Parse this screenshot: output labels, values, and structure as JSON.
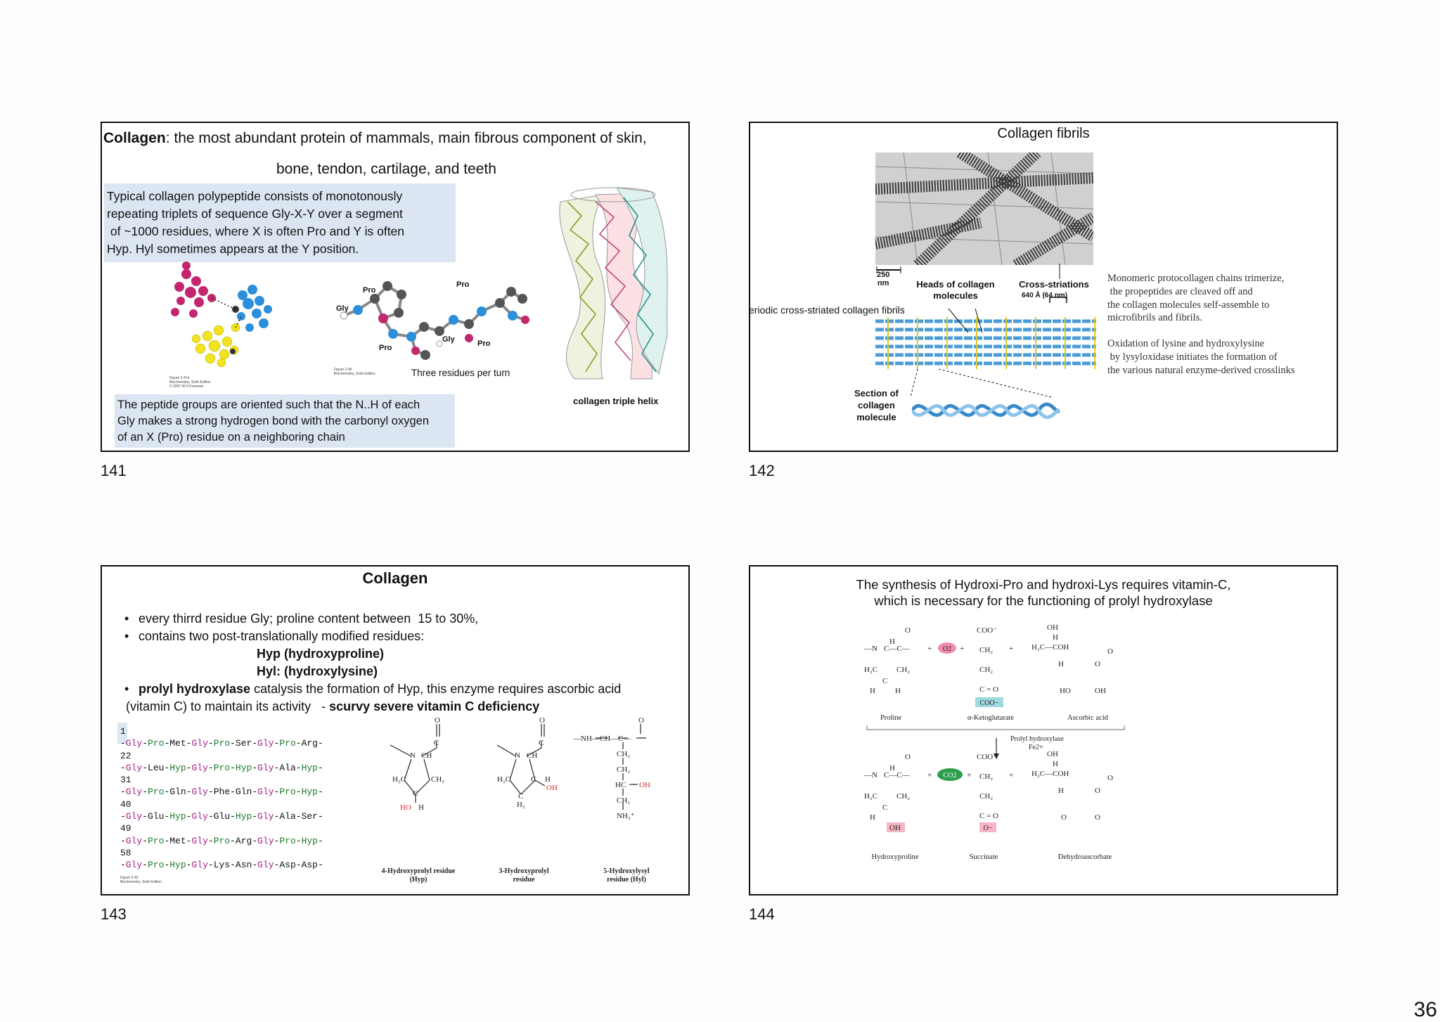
{
  "page": {
    "number": "36"
  },
  "slides": {
    "s141": {
      "number": "141",
      "title_bold": "Collagen",
      "title_rest": ": the most abundant protein of mammals, main fibrous component of skin,",
      "title_line2": "bone, tendon, cartilage, and teeth",
      "callout_top": [
        "Typical collagen polypeptide consists of monotonously",
        "repeating triplets of sequence Gly-X-Y over a segment",
        " of ~1000 residues, where X is often Pro and Y is often",
        "Hyp. Hyl sometimes appears at the Y position."
      ],
      "callout_bottom": [
        "The peptide groups are oriented such that the N..H of each",
        "Gly makes a strong hydrogen bond with the carbonyl oxygen",
        "of an X (Pro) residue on a neighboring chain"
      ],
      "residue_labels": [
        "Pro",
        "Gly",
        "Pro",
        "Pro",
        "Gly",
        "Pro"
      ],
      "three_residues_caption": "Three residues per turn",
      "triple_helix_caption": "collagen triple helix"
    },
    "s142": {
      "number": "142",
      "title": "Collagen fibrils",
      "scale_bar": [
        "250",
        "nm"
      ],
      "heads_label": [
        "Heads of collagen",
        "molecules"
      ],
      "striations_label": "Cross-striations",
      "striations_sub": "640 Å (64 nm)",
      "periodic_label": "eriodic cross-striated collagen fibrils",
      "section_label": [
        "Section of",
        "collagen",
        "molecule"
      ],
      "notes": [
        "Monomeric protocollagen chains trimerize,",
        " the propeptides are cleaved off and",
        "the collagen molecules self-assemble to",
        "microfibrils and fibrils.",
        "",
        "Oxidation of lysine and hydroxylysine",
        " by lysyloxidase initiates the formation of",
        "the various natural enzyme-derived crosslinks"
      ]
    },
    "s143": {
      "number": "143",
      "title": "Collagen",
      "bullet1": "every thirrd residue Gly; proline content between  15 to 30%,",
      "bullet2": "contains two post-translationally modified residues:",
      "hyp": "Hyp (hydroxyproline)",
      "hyl": "Hyl: (hydroxylysine)",
      "bullet3_bold": "prolyl hydroxylase",
      "bullet3_rest": " catalysis the formation of Hyp, this enzyme requires ascorbic acid",
      "bullet3_line2": "(vitamin C) to maintain its activity   - ",
      "bullet3_line2_bold": "scurvy severe vitamin C deficiency",
      "sequence": [
        {
          "num": "1",
          "res": [
            "Gly",
            "Pro",
            "Met",
            "Gly",
            "Pro",
            "Ser",
            "Gly",
            "Pro",
            "Arg"
          ]
        },
        {
          "num": "22",
          "res": [
            "Gly",
            "Leu",
            "Hyp",
            "Gly",
            "Pro",
            "Hyp",
            "Gly",
            "Ala",
            "Hyp"
          ]
        },
        {
          "num": "31",
          "res": [
            "Gly",
            "Pro",
            "Gln",
            "Gly",
            "Phe",
            "Gln",
            "Gly",
            "Pro",
            "Hyp"
          ]
        },
        {
          "num": "40",
          "res": [
            "Gly",
            "Glu",
            "Hyp",
            "Gly",
            "Glu",
            "Hyp",
            "Gly",
            "Ala",
            "Ser"
          ]
        },
        {
          "num": "49",
          "res": [
            "Gly",
            "Pro",
            "Met",
            "Gly",
            "Pro",
            "Arg",
            "Gly",
            "Pro",
            "Hyp"
          ]
        },
        {
          "num": "58",
          "res": [
            "Gly",
            "Pro",
            "Hyp",
            "Gly",
            "Lys",
            "Asn",
            "Gly",
            "Asp",
            "Asp"
          ]
        }
      ],
      "structure_captions": [
        [
          "4-Hydroxyprolyl residue",
          "(Hyp)"
        ],
        [
          "3-Hydroxyprolyl",
          "residue"
        ],
        [
          "5-Hydroxylysyl",
          "residue (Hyl)"
        ]
      ]
    },
    "s144": {
      "number": "144",
      "title_line1": "The synthesis of Hydroxi-Pro and hydroxi-Lys requires vitamin-C,",
      "title_line2": "which is necessary for the functioning of prolyl hydroxylase",
      "reactants": [
        "Proline",
        "α-Ketoglutarate",
        "Ascorbic acid"
      ],
      "products": [
        "Hydroxyproline",
        "Succinate",
        "Dehydroascorbate"
      ],
      "enzyme": "Prolyl hydroxylase",
      "cofactor": "Fe2+",
      "o2": "O2",
      "co2": "CO2",
      "coo_minus": "COO−",
      "o_minus": "O−"
    }
  }
}
